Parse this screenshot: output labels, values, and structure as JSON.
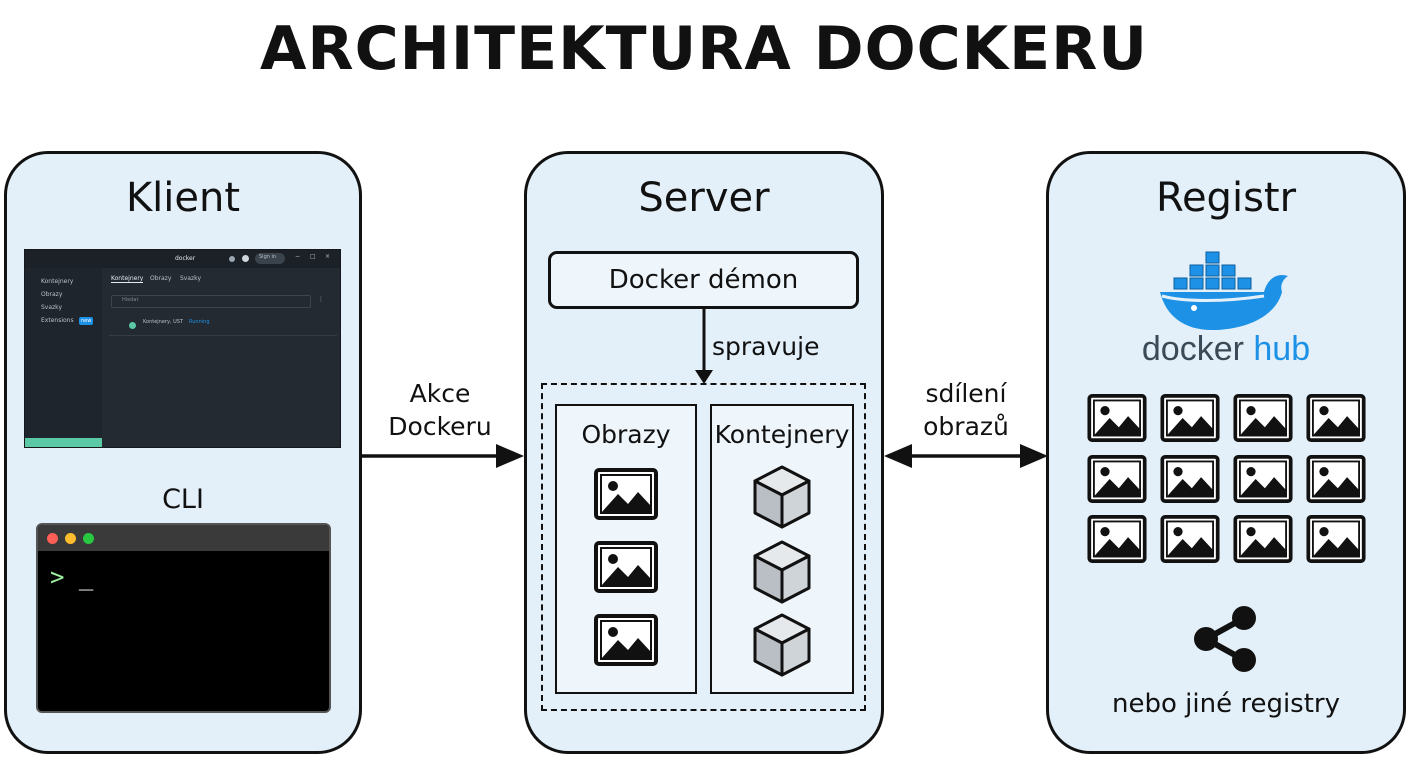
{
  "title": "ARCHITEKTURA DOCKERU",
  "client": {
    "title": "Klient",
    "cli_label": "CLI",
    "desktop": {
      "app_name": "docker",
      "signin": "Sign in",
      "sidebar": [
        "Kontejnery",
        "Obrazy",
        "Svazky",
        "Extensions"
      ],
      "sidebar_badge": "new",
      "tabs": [
        "Kontejnery",
        "Obrazy",
        "Svazky"
      ],
      "search_placeholder": "Hledat",
      "row_name": "Kontejnery, UST",
      "row_status": "Running"
    },
    "terminal": {
      "prompt": ">",
      "cursor": "_"
    }
  },
  "server": {
    "title": "Server",
    "daemon": "Docker démon",
    "manages_label": "spravuje",
    "images_label": "Obrazy",
    "containers_label": "Kontejnery"
  },
  "registry": {
    "title": "Registr",
    "hub_word1": "docker",
    "hub_word2": "hub",
    "other_registries": "nebo jiné registry"
  },
  "edges": {
    "client_to_server": [
      "Akce",
      "Dockeru"
    ],
    "server_registry": [
      "sdílení",
      "obrazů"
    ]
  },
  "icons": {
    "image": "image-icon",
    "container": "cube-icon",
    "share": "share-icon",
    "whale": "docker-whale-icon"
  },
  "colors": {
    "panel_bg": "#e3f0f9",
    "docker_blue": "#1d91e6",
    "terminal_bg": "#000000"
  }
}
